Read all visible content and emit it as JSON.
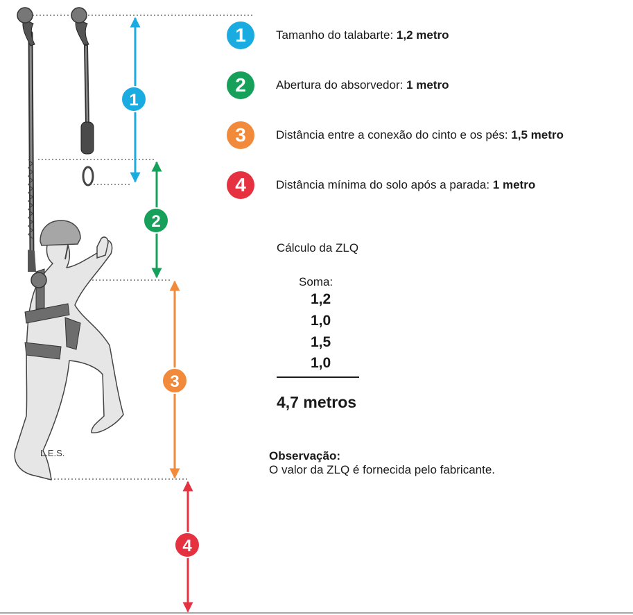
{
  "legend": [
    {
      "number": "1",
      "text": "Tamanho do talabarte: ",
      "value": "1,2 metro",
      "color": "#1aace0"
    },
    {
      "number": "2",
      "text": "Abertura do absorvedor: ",
      "value": "1 metro",
      "color": "#16a05a"
    },
    {
      "number": "3",
      "text": "Distância entre a conexão do cinto e os pés: ",
      "value": "1,5 metro",
      "color": "#f18a3a"
    },
    {
      "number": "4",
      "text": "Distância mínima do solo após a parada: ",
      "value": "1 metro",
      "color": "#e63240"
    }
  ],
  "calculation": {
    "title": "Cálculo da ZLQ",
    "sum_label": "Soma:",
    "values": [
      "1,2",
      "1,0",
      "1,5",
      "1,0"
    ],
    "total": "4,7 metros"
  },
  "observation": {
    "title": "Observação:",
    "text": "O valor da ZLQ é fornecida pelo fabricante."
  },
  "author": "L.E.S.",
  "colors": {
    "blue": "#1aace0",
    "green": "#16a05a",
    "orange": "#f18a3a",
    "red": "#e63240",
    "figure_fill": "#e6e6e6",
    "harness": "#6d6d6d"
  }
}
